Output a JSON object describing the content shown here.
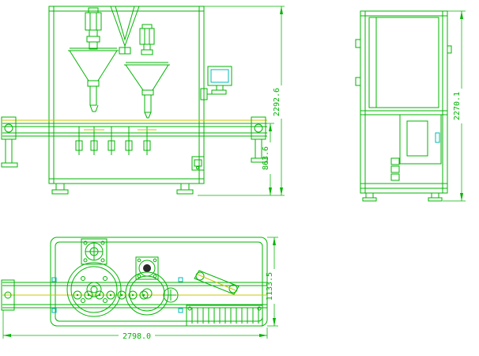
{
  "drawing": {
    "dimensions": {
      "front_overall_height": "2292.6",
      "front_conveyor_height": "863.6",
      "side_overall_height": "2270.1",
      "top_overall_width": "2798.0",
      "top_overall_depth": "1133.5"
    },
    "colors": {
      "geometry_green": "#00b400",
      "centerline_yellow": "#c9c900",
      "detail_cyan": "#00b8b8",
      "background": "#ffffff"
    }
  }
}
